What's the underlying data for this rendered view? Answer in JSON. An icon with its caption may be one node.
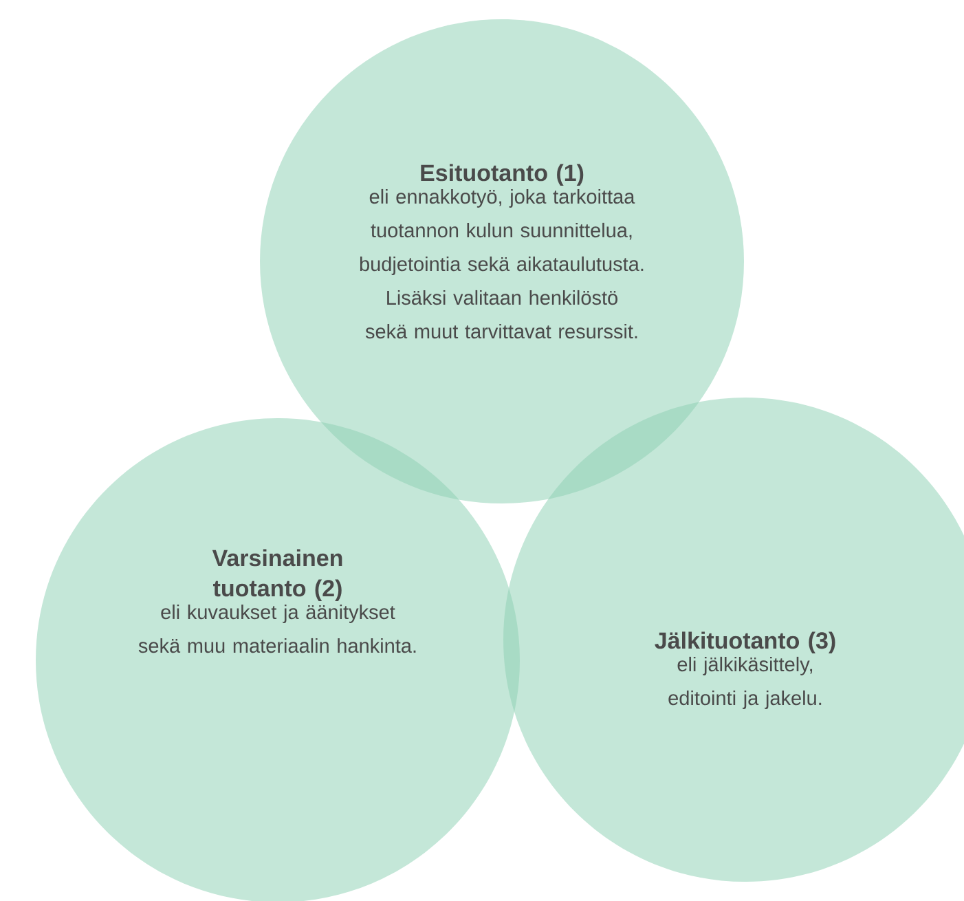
{
  "diagram": {
    "nodes": [
      {
        "text": [
          "Esituotanto (1)",
          "eli ennakkotyö, joka tarkoittaa tuotannon kulun suunnittelua, budjetointia sekä aikataulutusta. Lisäksi valitaan henkilöstö sekä muut tarvittavat resurssit."
        ]
      },
      {
        "text": [
          "Varsinainen tuotanto (2)",
          "eli kuvaukset ja äänitykset sekä muu materiaalin hankinta."
        ]
      },
      {
        "text": [
          "Jälkituotanto (3)",
          "eli jälkikäsittely, editointi ja jakelu."
        ]
      }
    ]
  }
}
